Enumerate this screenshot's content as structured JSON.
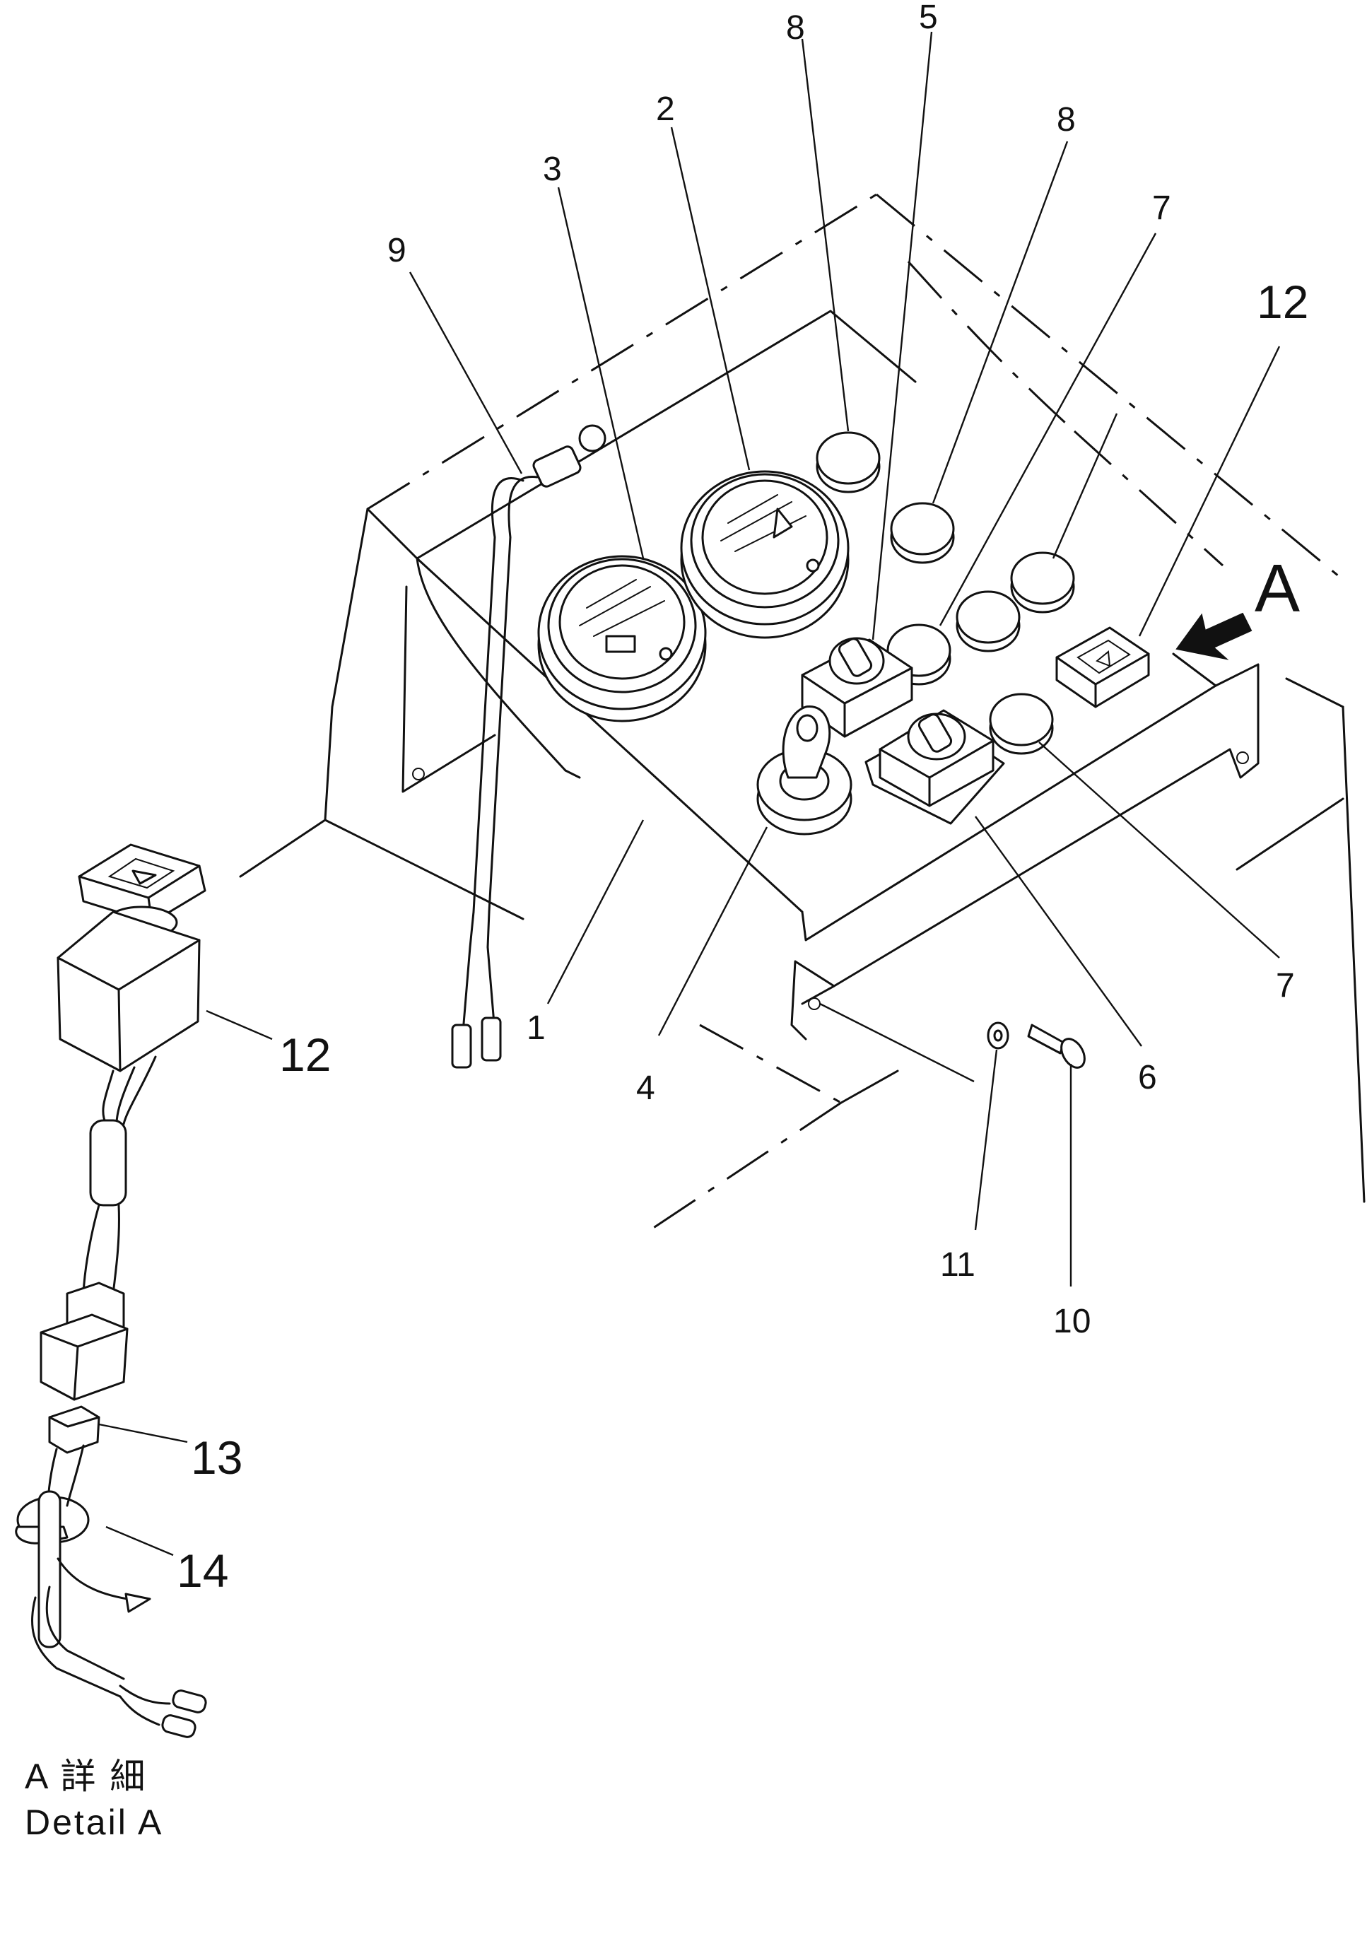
{
  "callouts": {
    "c1": "1",
    "c2": "2",
    "c3": "3",
    "c4": "4",
    "c5": "5",
    "c6": "6",
    "c7a": "7",
    "c7b": "7",
    "c8a": "8",
    "c8b": "8",
    "c9": "9",
    "c10": "10",
    "c11": "11",
    "c12a": "12",
    "c12b": "12",
    "c13": "13",
    "c14": "14"
  },
  "view_marker": "A",
  "detail_caption": {
    "japanese": "A 詳 細",
    "english": "Detail A"
  }
}
